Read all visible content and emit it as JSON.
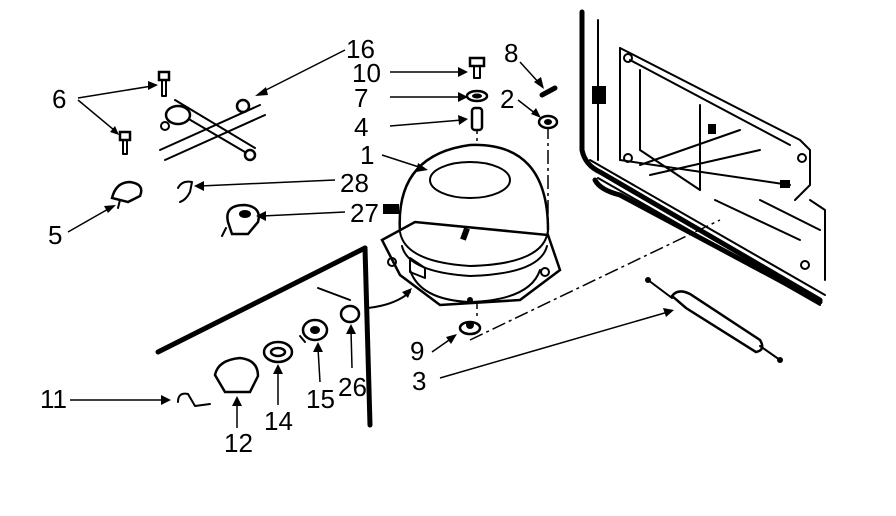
{
  "callouts": [
    {
      "id": "label-1",
      "text": "1"
    },
    {
      "id": "label-2",
      "text": "2"
    },
    {
      "id": "label-3",
      "text": "3"
    },
    {
      "id": "label-4",
      "text": "4"
    },
    {
      "id": "label-5",
      "text": "5"
    },
    {
      "id": "label-6",
      "text": "6"
    },
    {
      "id": "label-7",
      "text": "7"
    },
    {
      "id": "label-8",
      "text": "8"
    },
    {
      "id": "label-9",
      "text": "9"
    },
    {
      "id": "label-10",
      "text": "10"
    },
    {
      "id": "label-11",
      "text": "11"
    },
    {
      "id": "label-12",
      "text": "12"
    },
    {
      "id": "label-14",
      "text": "14"
    },
    {
      "id": "label-15",
      "text": "15"
    },
    {
      "id": "label-16",
      "text": "16"
    },
    {
      "id": "label-26",
      "text": "26"
    },
    {
      "id": "label-27",
      "text": "27"
    },
    {
      "id": "label-28",
      "text": "28"
    }
  ],
  "colors": {
    "ink": "#000000",
    "paper": "#ffffff"
  }
}
